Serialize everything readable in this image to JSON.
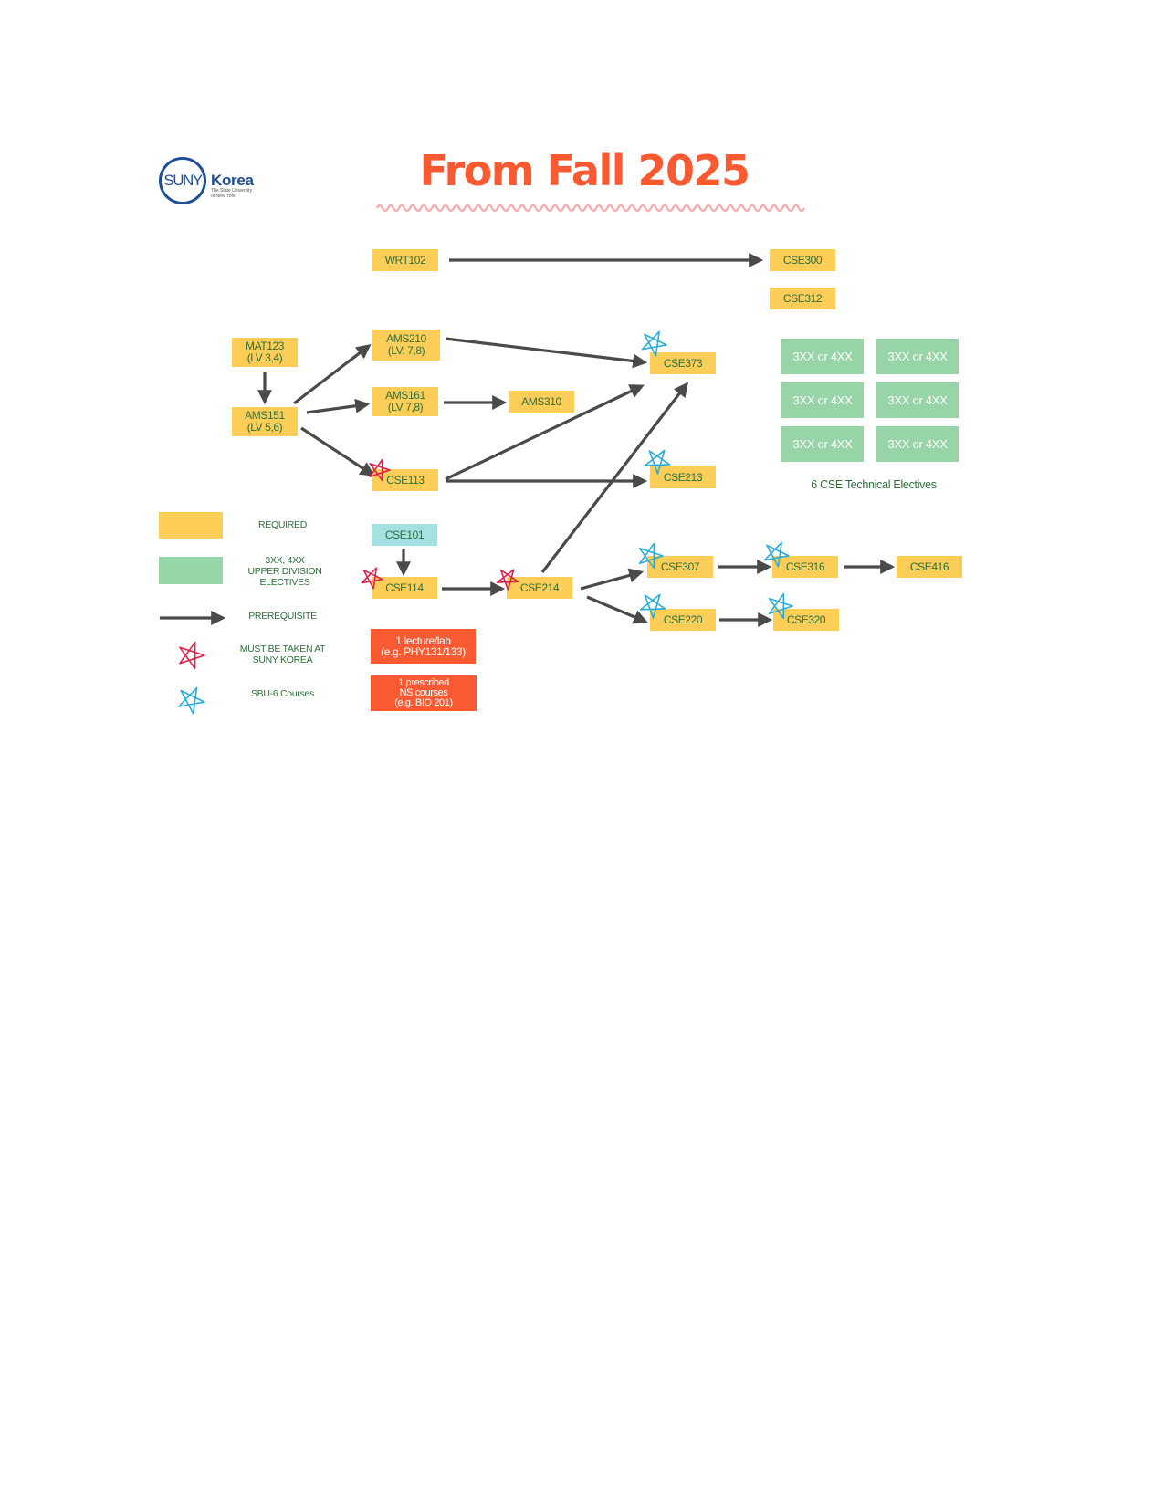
{
  "colors": {
    "required": "#fcce57",
    "elective": "#97d4a7",
    "intro": "#a6e1e2",
    "science": "#f95a32",
    "title": "#f95a32",
    "green_text": "#2f6e3b",
    "arrow": "#4a4a4a",
    "star_red": "#e0204a",
    "star_blue": "#2aaed9",
    "wave": "#f7a8a8"
  },
  "logo": {
    "circle_text": "SUNY",
    "word": "Korea",
    "subtitle": "The State University\nof New York"
  },
  "title": "From Fall 2025",
  "courses": {
    "wrt102": "WRT102",
    "cse300": "CSE300",
    "cse312": "CSE312",
    "mat123": "MAT123\n(LV 3,4)",
    "ams151": "AMS151\n(LV 5,6)",
    "ams210": "AMS210\n(LV. 7,8)",
    "ams161": "AMS161\n(LV 7,8)",
    "ams310": "AMS310",
    "cse113": "CSE113",
    "cse373": "CSE373",
    "cse213": "CSE213",
    "cse101": "CSE101",
    "cse114": "CSE114",
    "cse214": "CSE214",
    "cse307": "CSE307",
    "cse316": "CSE316",
    "cse416": "CSE416",
    "cse220": "CSE220",
    "cse320": "CSE320"
  },
  "electives": [
    "3XX or 4XX",
    "3XX or 4XX",
    "3XX or 4XX",
    "3XX or 4XX",
    "3XX or 4XX",
    "3XX or 4XX"
  ],
  "electives_caption": "6 CSE Technical Electives",
  "science": {
    "lecture_lab": "1 lecture/lab\n(e.g. PHY131/133)",
    "ns_courses": "1 prescribed\nNS courses\n(e.g. BIO 201)"
  },
  "legend": {
    "required": "REQUIRED",
    "electives": "3XX, 4XX\nUPPER DIVISION\nELECTIVES",
    "prerequisite": "PREREQUISITE",
    "must_korea": "MUST BE TAKEN AT\nSUNY KOREA",
    "sbu6": "SBU-6 Courses"
  },
  "icons": {
    "red_star": "red-star-icon",
    "blue_star": "blue-star-icon",
    "arrow": "prerequisite-arrow-icon"
  }
}
